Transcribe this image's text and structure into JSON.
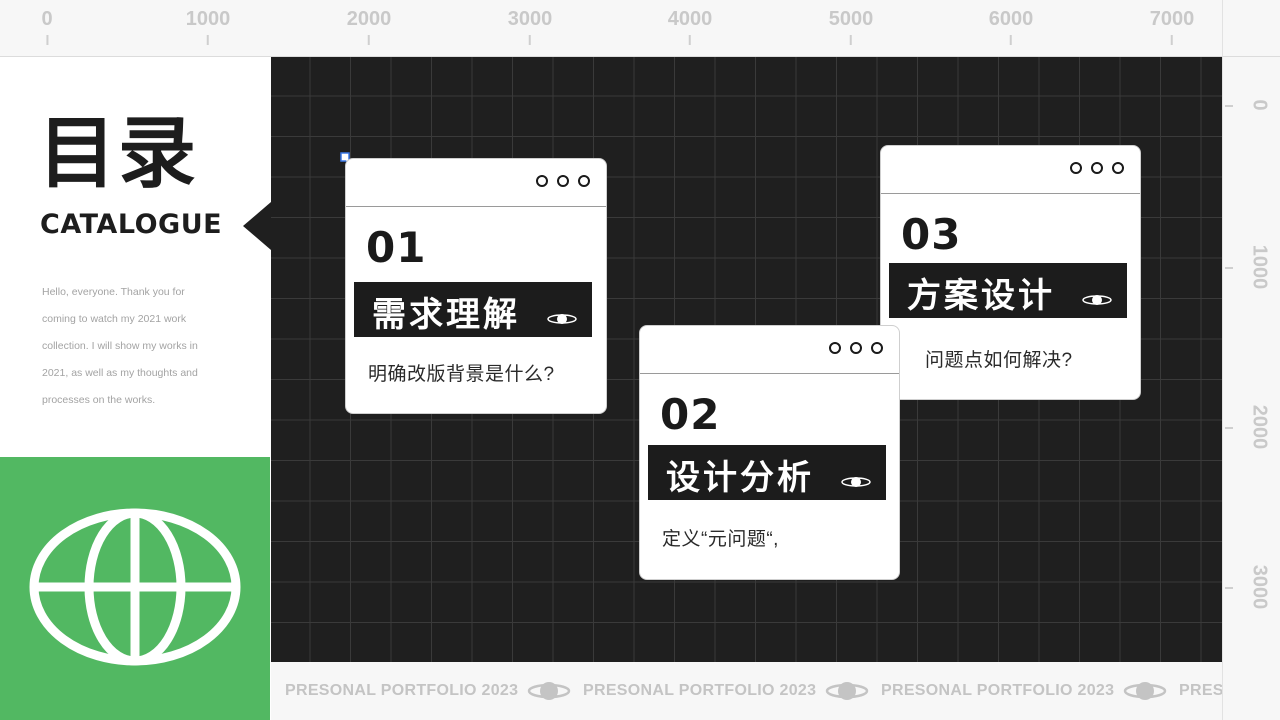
{
  "ruler": {
    "top_ticks": [
      "0",
      "1000",
      "2000",
      "3000",
      "4000",
      "5000",
      "6000",
      "7000"
    ],
    "right_ticks": [
      "0",
      "1000",
      "2000",
      "3000"
    ]
  },
  "catalogue": {
    "title_cn": "目录",
    "title_en": "CATALOGUE",
    "intro": "Hello, everyone. Thank you for coming to watch my 2021 work collection. I will show my works in 2021, as well as my thoughts and processes on the works."
  },
  "cards": [
    {
      "number": "01",
      "title": "需求理解",
      "desc": "明确改版背景是什么?"
    },
    {
      "number": "02",
      "title": "设计分析",
      "desc": "定义“元问题“,"
    },
    {
      "number": "03",
      "title": "方案设计",
      "desc": "问题点如何解决?"
    }
  ],
  "marquee": {
    "items": [
      "PRESONAL PORTFOLIO 2023",
      "PRESONAL PORTFOLIO 2023",
      "PRESONAL PORTFOLIO 2023",
      "PRES"
    ]
  },
  "colors": {
    "canvas": "#1f1f1f",
    "accent_green": "#52b862",
    "text_dark": "#1d1d1d",
    "ruler_text": "#c9c9c9"
  },
  "icons": [
    "globe-icon",
    "planet-icon",
    "cursor-arrow-icon",
    "window-dots-icon"
  ]
}
